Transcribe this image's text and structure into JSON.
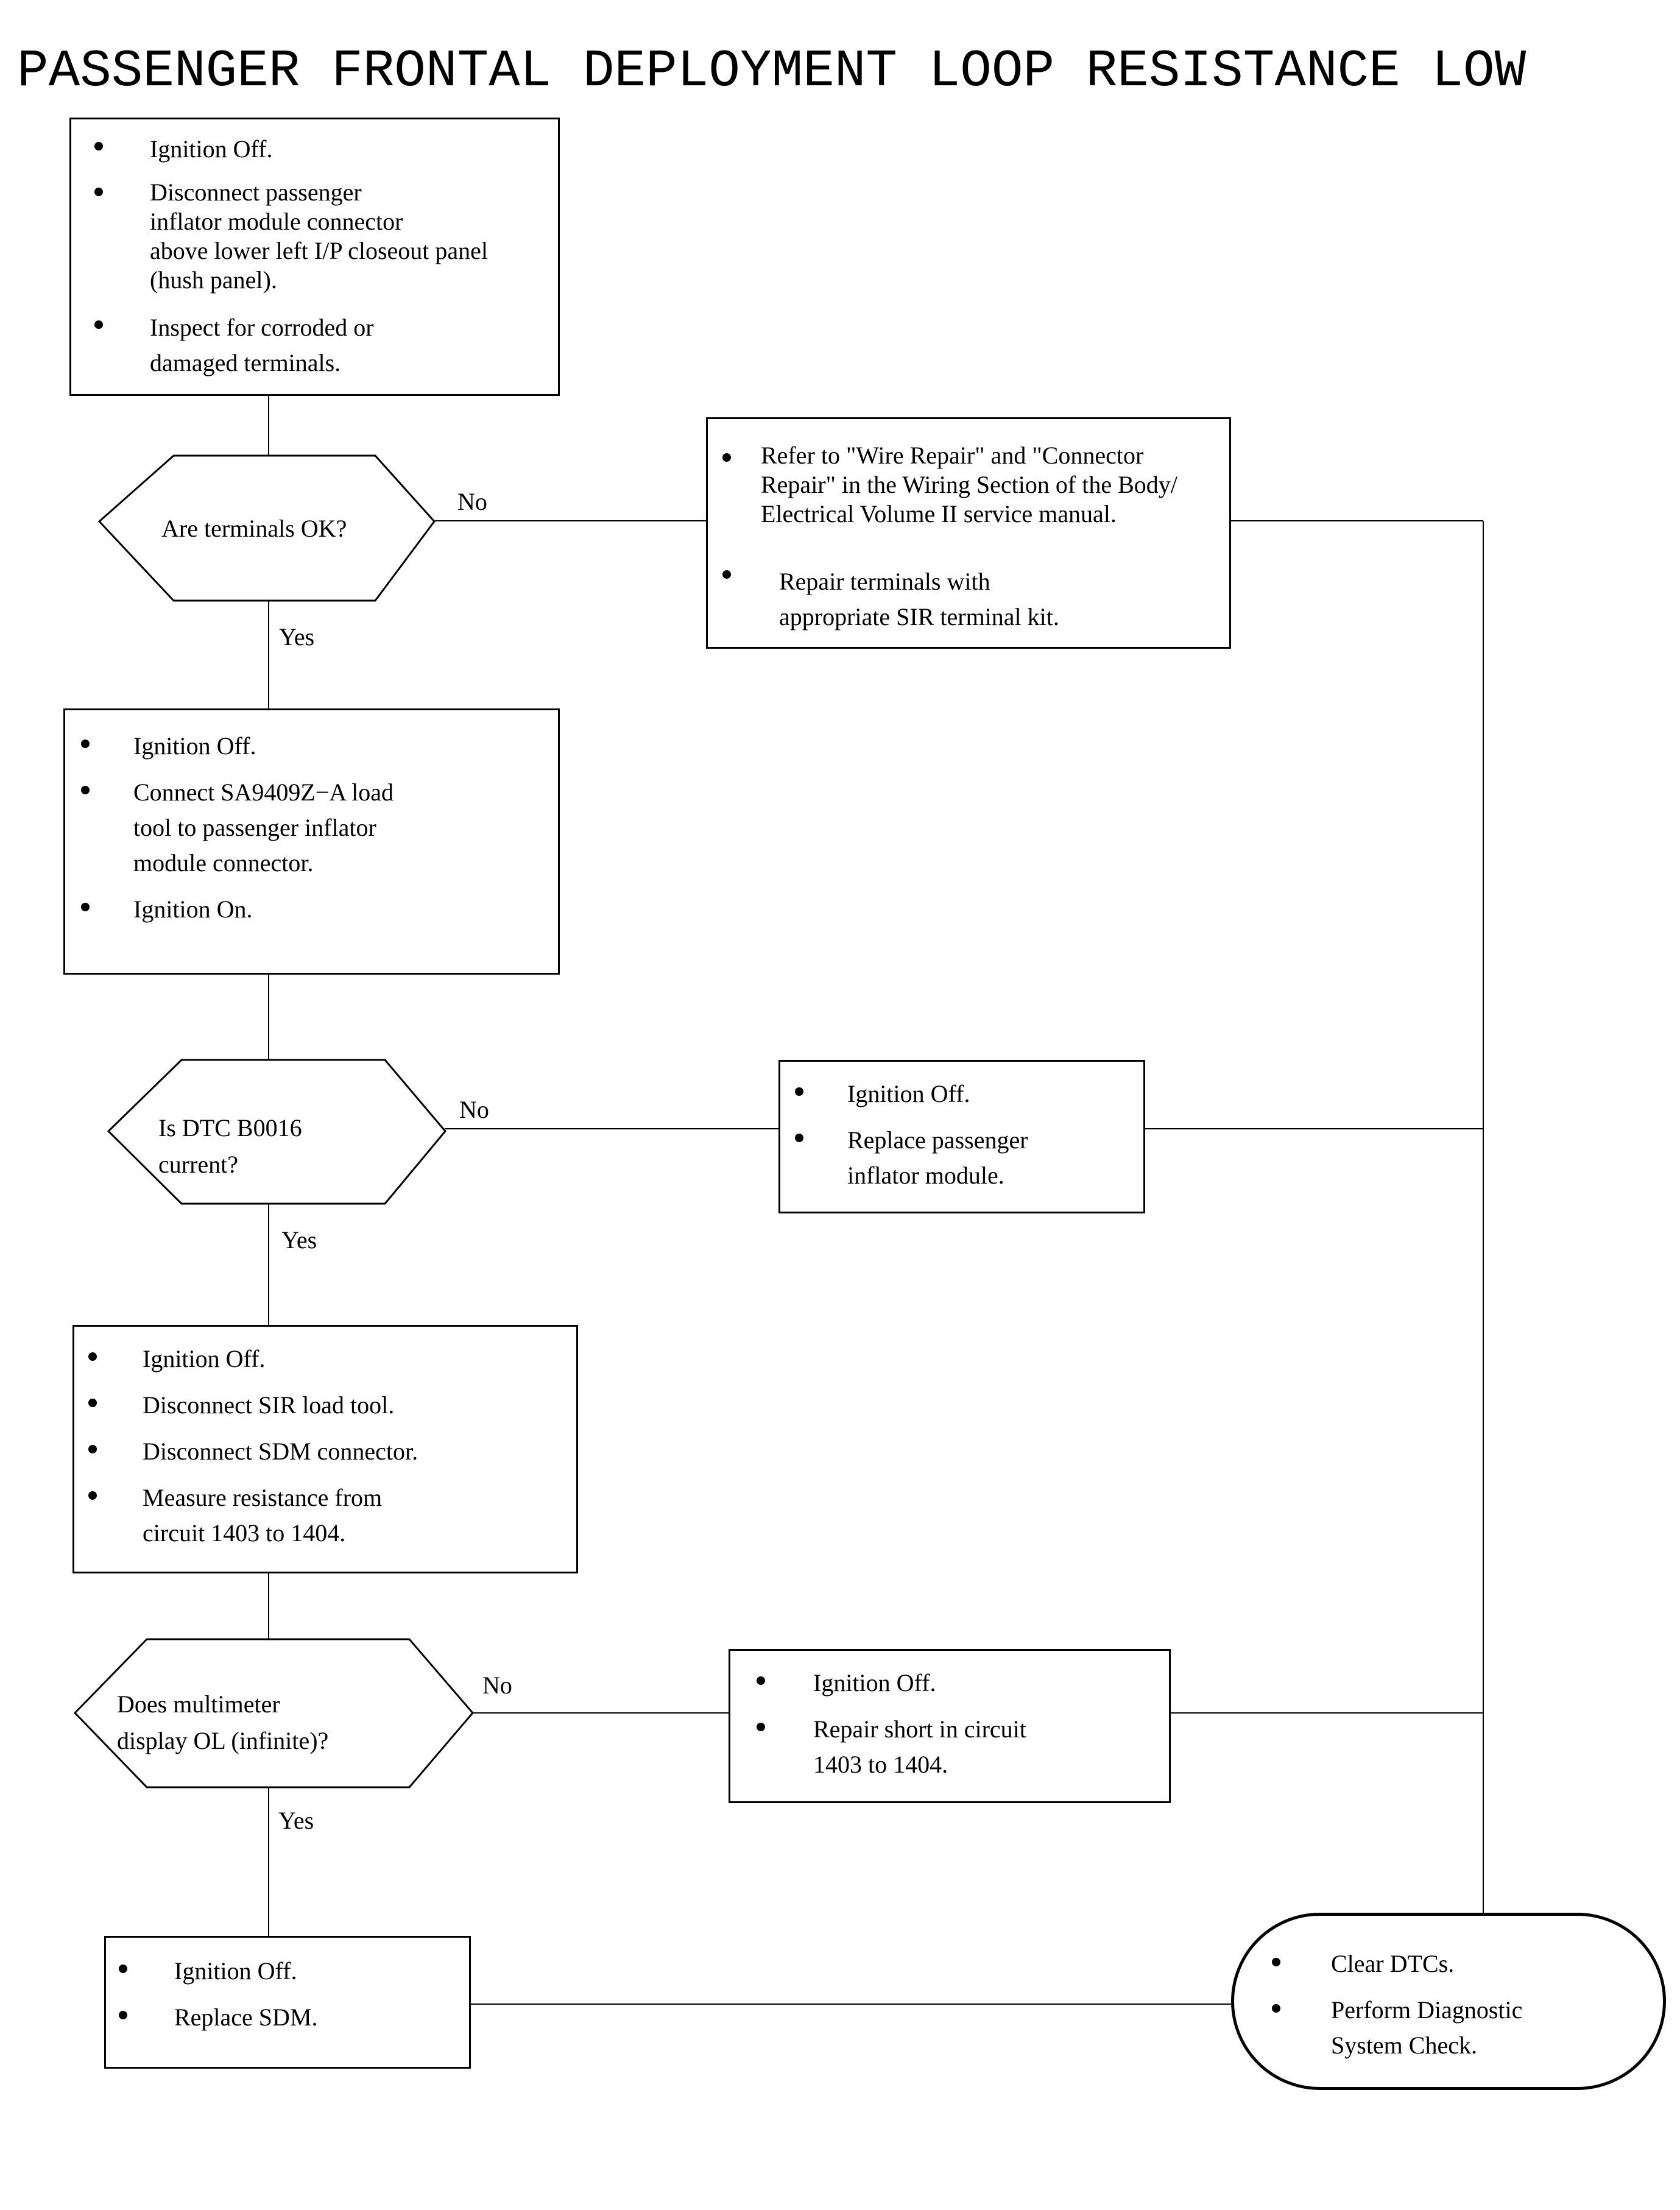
{
  "title": "PASSENGER FRONTAL DEPLOYMENT LOOP RESISTANCE LOW",
  "steps": {
    "step1": {
      "items": [
        "Ignition Off.",
        "Disconnect passenger\ninflator module connector\nabove lower left I/P closeout panel\n(hush panel).",
        "Inspect for corroded or\ndamaged terminals."
      ]
    },
    "repair_terminals": {
      "items": [
        "Refer to \"Wire Repair\" and \"Connector\nRepair\" in the Wiring Section of the Body/\nElectrical Volume II service manual.",
        "Repair terminals with\nappropriate SIR terminal kit."
      ]
    },
    "step2": {
      "items": [
        "Ignition Off.",
        "Connect SA9409Z−A load\ntool to passenger inflator\nmodule connector.",
        "Ignition On."
      ]
    },
    "replace_inflator": {
      "items": [
        "Ignition Off.",
        "Replace passenger\ninflator module."
      ]
    },
    "step3": {
      "items": [
        "Ignition Off.",
        "Disconnect SIR load tool.",
        "Disconnect SDM connector.",
        "Measure resistance from\ncircuit 1403 to 1404."
      ]
    },
    "repair_short": {
      "items": [
        "Ignition Off.",
        "Repair short in circuit\n1403 to 1404."
      ]
    },
    "replace_sdm": {
      "items": [
        "Ignition Off.",
        "Replace SDM."
      ]
    },
    "final": {
      "items": [
        "Clear DTCs.",
        "Perform Diagnostic\nSystem Check."
      ]
    }
  },
  "decisions": {
    "terminals_ok": {
      "question": "Are terminals OK?"
    },
    "dtc_current": {
      "question": "Is DTC B0016\ncurrent?"
    },
    "multimeter_ol": {
      "question": "Does multimeter\ndisplay OL (infinite)?"
    }
  },
  "labels": {
    "yes": "Yes",
    "no": "No"
  }
}
